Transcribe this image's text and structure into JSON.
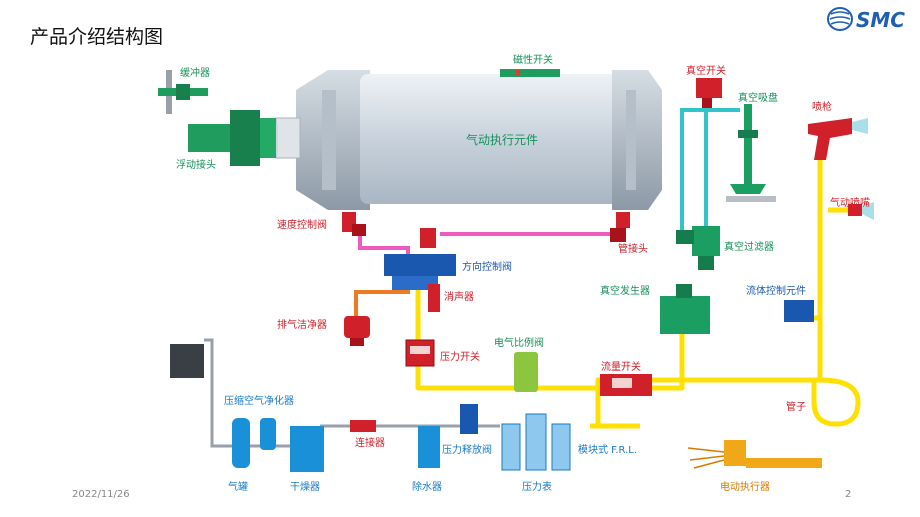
{
  "slide": {
    "title": "产品介绍结构图",
    "date": "2022/11/26",
    "page_number": "2",
    "logo_text": "SMC"
  },
  "colors": {
    "air_line": "#ffe000",
    "vacuum_line": "#33c4c9",
    "control_line": "#ee5bbd",
    "exhaust_line": "#ee7a22",
    "gray_line": "#9aa0a8",
    "green_label": "#16915a",
    "red_label": "#d0202a",
    "blue_label": "#1a7bc5",
    "orange_label": "#d97a00",
    "logo_blue": "#1e5fb4"
  },
  "components": {
    "buffer": "缓冲器",
    "floating_joint": "浮动接头",
    "magnetic_switch": "磁性开关",
    "actuator": "气动执行元件",
    "vacuum_switch": "真空开关",
    "vacuum_pad": "真空吸盘",
    "spray_gun": "喷枪",
    "air_nozzle": "气动喷嘴",
    "speed_controller": "速度控制阀",
    "fitting": "管接头",
    "vacuum_filter": "真空过滤器",
    "directional_valve": "方向控制阀",
    "silencer": "消声器",
    "vacuum_generator": "真空发生器",
    "fluid_control": "流体控制元件",
    "exhaust_cleaner": "排气洁净器",
    "pressure_switch": "压力开关",
    "proportional_valve": "电气比例阀",
    "flow_switch": "流量开关",
    "tube": "管子",
    "air_purifier": "压缩空气净化器",
    "connector": "连接器",
    "relief_valve": "压力释放阀",
    "modular_frl": "模块式 F.R.L.",
    "air_tank": "气罐",
    "dryer": "干燥器",
    "drain": "除水器",
    "gauge": "压力表",
    "electric_actuator": "电动执行器"
  }
}
